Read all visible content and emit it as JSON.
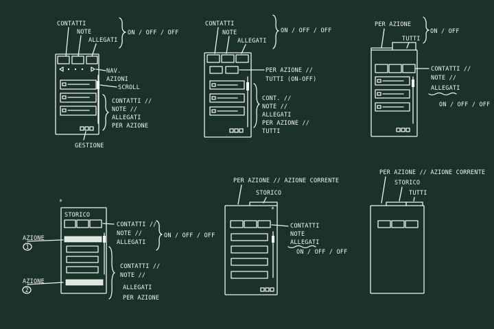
{
  "sketches": [
    {
      "callouts": {
        "contatti": "CONTATTI",
        "note": "NOTE",
        "allegati": "ALLEGATI",
        "toggle": "ON / OFF / OFF",
        "nav": "NAV.",
        "azioni": "AZIONI",
        "scroll": "SCROLL",
        "list_a": "CONTATTI //",
        "list_b": "NOTE //",
        "list_c": "ALLEGATI",
        "list_d": "PER AZIONE",
        "gestione": "GESTIONE"
      }
    },
    {
      "callouts": {
        "contatti": "CONTATTI",
        "note": "NOTE",
        "allegati": "ALLEGATI",
        "toggle": "ON / OFF / OFF",
        "filter_a": "PER AZIONE //",
        "filter_b": "TUTTI (ON-OFF)",
        "list_a": "CONT. //",
        "list_b": "NOTE //",
        "list_c": "ALLEGATI",
        "list_d": "PER AZIONE //",
        "list_e": "TUTTI"
      }
    },
    {
      "callouts": {
        "per_azione": "PER AZIONE",
        "tutti": "TUTTI",
        "toggle": "ON / OFF",
        "list_a": "CONTATTI //",
        "list_b": "NOTE //",
        "list_c": "ALLEGATI",
        "toggle2": "ON / OFF / OFF"
      }
    },
    {
      "callouts": {
        "asterisk": "*",
        "storico": "STORICO",
        "tabs_a": "CONTATTI //",
        "tabs_b": "NOTE //",
        "tabs_c": "ALLEGATI",
        "toggle": "ON / OFF / OFF",
        "azione1": "AZIONE",
        "num1": "1",
        "group_a": "CONTATTI //",
        "group_b": "NOTE //",
        "group_c": "ALLEGATI",
        "group_d": "PER AZIONE",
        "azione2": "AZIONE",
        "num2": "2"
      }
    },
    {
      "callouts": {
        "heading": "PER AZIONE // AZIONE CORRENTE",
        "storico": "STORICO",
        "asterisk": "*",
        "tabs_a": "CONTATTI",
        "tabs_b": "NOTE",
        "tabs_c": "ALLEGATI",
        "toggle": "ON / OFF / OFF"
      }
    },
    {
      "callouts": {
        "heading": "PER AZIONE // AZIONE CORRENTE",
        "storico": "STORICO",
        "tutti": "TUTTI"
      }
    }
  ],
  "colors": {
    "chalkboard": "#1b3229",
    "chalk": "#f2f5f2"
  }
}
